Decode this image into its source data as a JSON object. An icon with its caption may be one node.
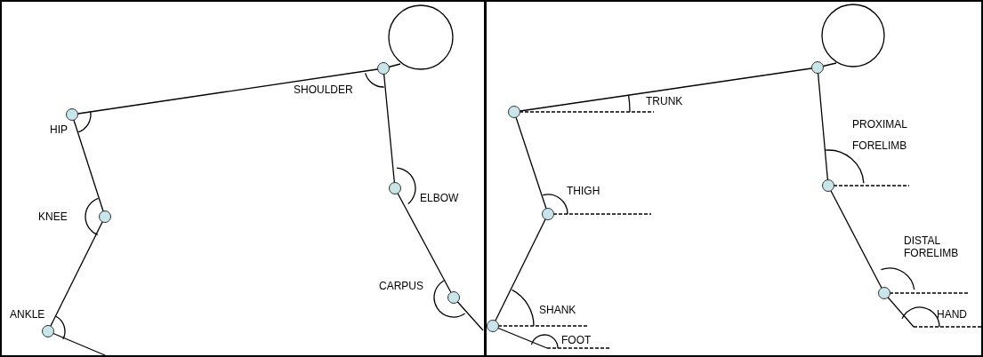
{
  "diagram": {
    "labels": [
      "SHOULDER",
      "HIP",
      "ELBOW",
      "KNEE",
      "CARPUS",
      "ANKLE",
      "TRUNK",
      "PROXIMAL FORELIMB",
      "THIGH",
      "DISTAL FORELIMB",
      "SHANK",
      "HAND",
      "FOOT"
    ]
  }
}
